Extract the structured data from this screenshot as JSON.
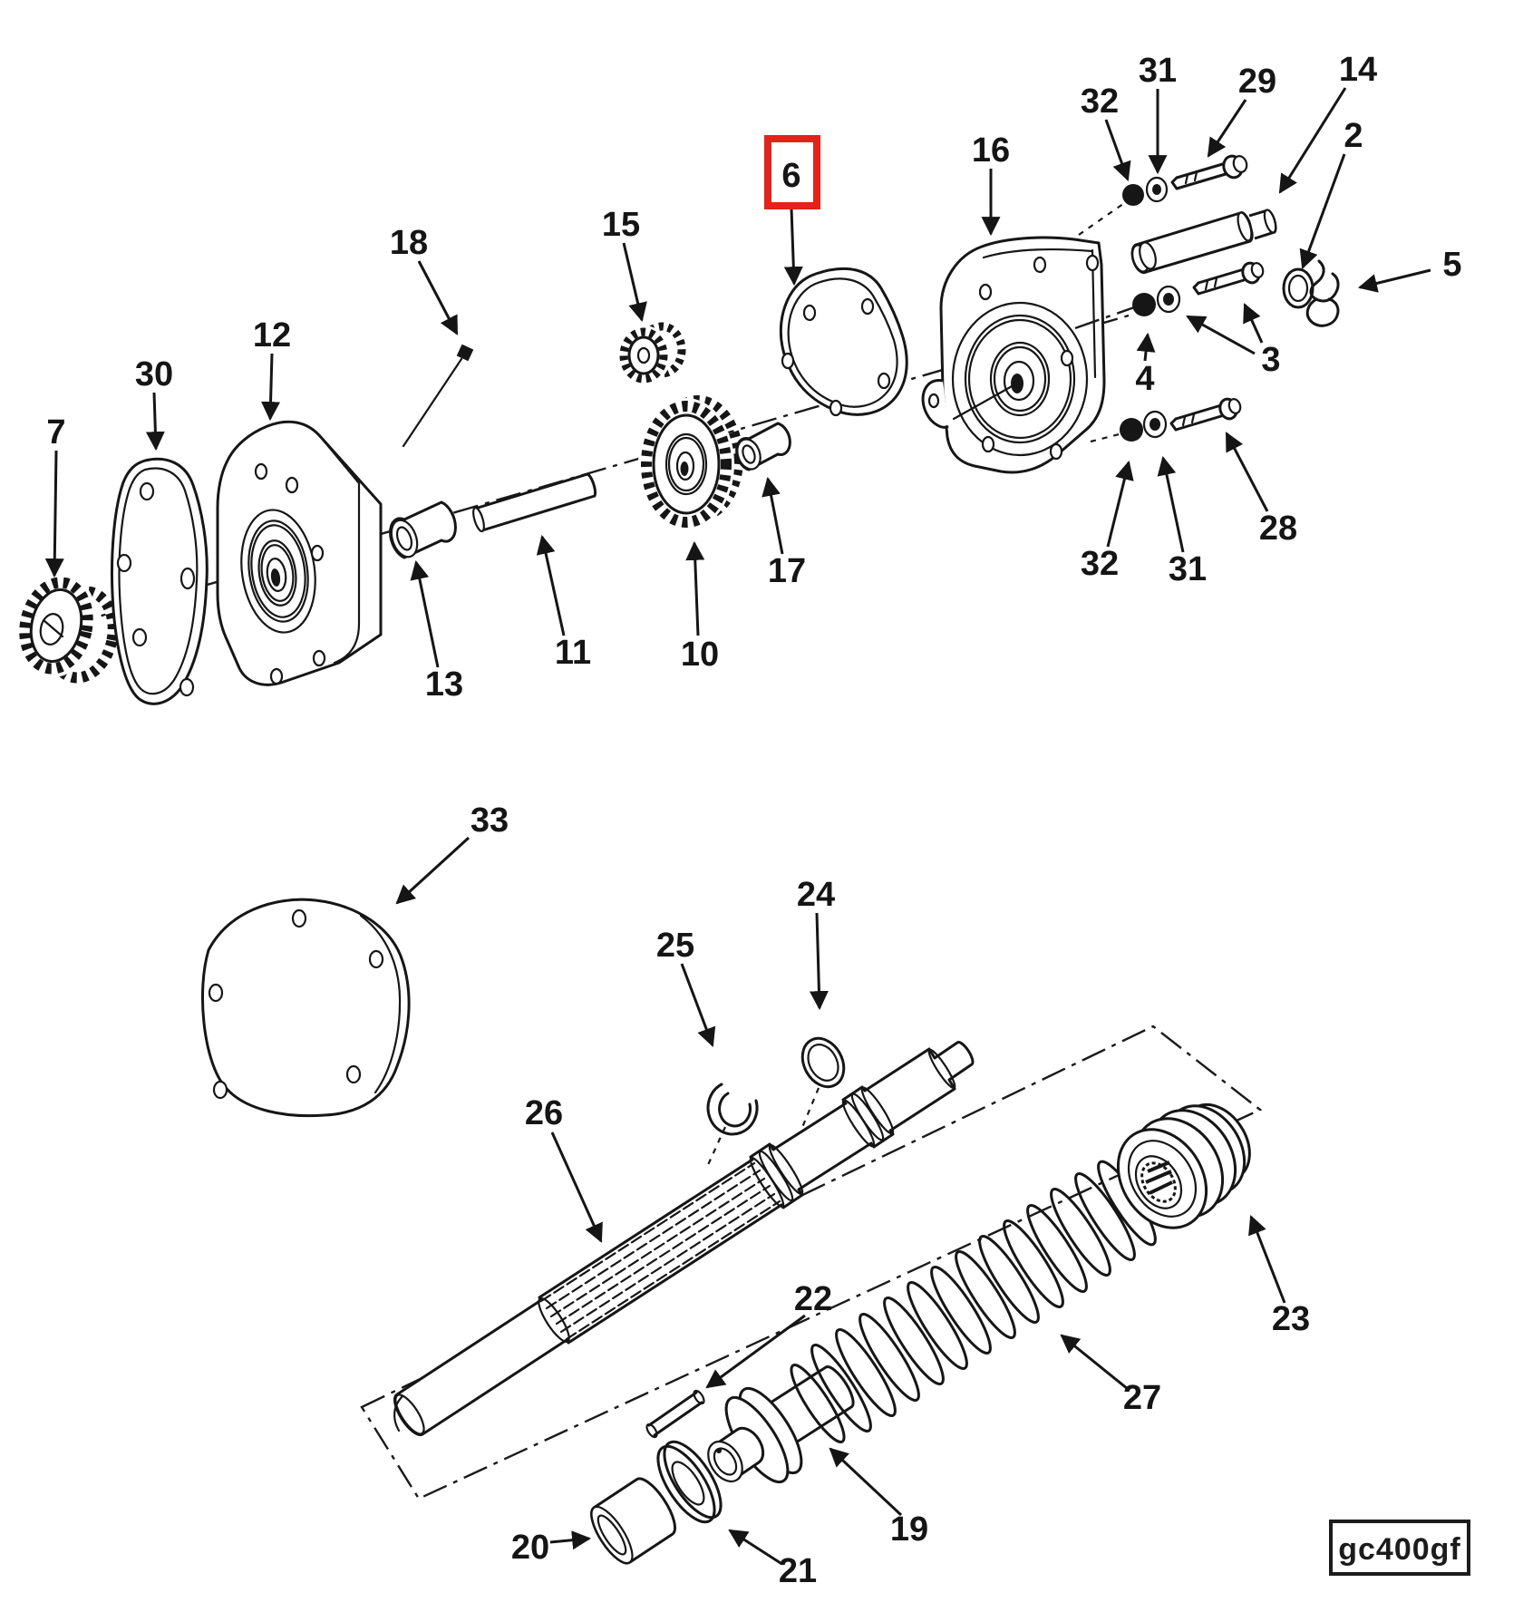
{
  "figure": {
    "code_label": "gc400gf",
    "highlighted_part": "6",
    "highlight_color": "#e32219",
    "line_color": "#161616",
    "background_color": "#ffffff",
    "callouts": [
      {
        "label": "7"
      },
      {
        "label": "30"
      },
      {
        "label": "12"
      },
      {
        "label": "18"
      },
      {
        "label": "15"
      },
      {
        "label": "6",
        "highlighted": true
      },
      {
        "label": "16"
      },
      {
        "label": "32"
      },
      {
        "label": "31"
      },
      {
        "label": "29"
      },
      {
        "label": "14"
      },
      {
        "label": "2"
      },
      {
        "label": "5"
      },
      {
        "label": "3"
      },
      {
        "label": "4"
      },
      {
        "label": "28"
      },
      {
        "label": "32"
      },
      {
        "label": "31"
      },
      {
        "label": "13"
      },
      {
        "label": "11"
      },
      {
        "label": "10"
      },
      {
        "label": "17"
      },
      {
        "label": "33"
      },
      {
        "label": "25"
      },
      {
        "label": "24"
      },
      {
        "label": "26"
      },
      {
        "label": "22"
      },
      {
        "label": "27"
      },
      {
        "label": "23"
      },
      {
        "label": "19"
      },
      {
        "label": "20"
      },
      {
        "label": "21"
      }
    ]
  }
}
